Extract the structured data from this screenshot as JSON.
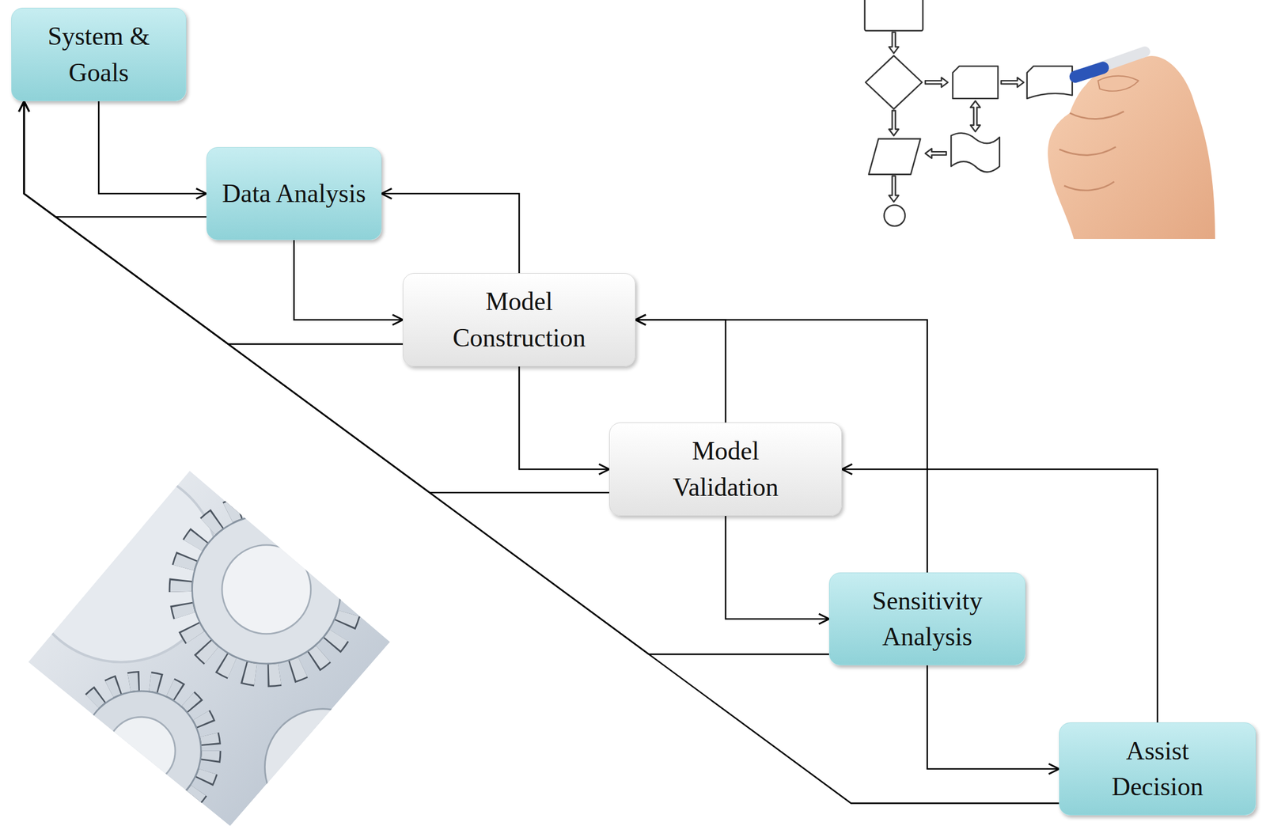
{
  "diagram": {
    "nodes": [
      {
        "text": [
          "System & Goals"
        ]
      },
      {
        "text": [
          "Data Analysis"
        ]
      },
      {
        "text": [
          "Model Construction"
        ]
      },
      {
        "text": [
          "Model Validation"
        ]
      },
      {
        "text": [
          "Sensitivity Analysis"
        ]
      },
      {
        "text": [
          "Assist Decision"
        ]
      }
    ],
    "edges": [
      {
        "from": 0,
        "to": 1,
        "arrow": "to"
      },
      {
        "from": 1,
        "to": 2,
        "arrow": "to"
      },
      {
        "from": 2,
        "to": 3,
        "arrow": "to"
      },
      {
        "from": 3,
        "to": 4,
        "arrow": "to"
      },
      {
        "from": 4,
        "to": 5,
        "arrow": "to"
      },
      {
        "from": 2,
        "to": 1,
        "arrow": "to"
      },
      {
        "from": 3,
        "to": 2,
        "arrow": "to"
      },
      {
        "from": 4,
        "to": 2,
        "arrow": "to"
      },
      {
        "from": 5,
        "to": 3,
        "arrow": "to"
      },
      {
        "from": 1,
        "to": 0,
        "arrow": "to"
      },
      {
        "from": 2,
        "to": 0,
        "arrow": "to"
      },
      {
        "from": 3,
        "to": 0,
        "arrow": "to"
      },
      {
        "from": 4,
        "to": 0,
        "arrow": "to"
      },
      {
        "from": 5,
        "to": 0,
        "arrow": "to"
      }
    ]
  }
}
